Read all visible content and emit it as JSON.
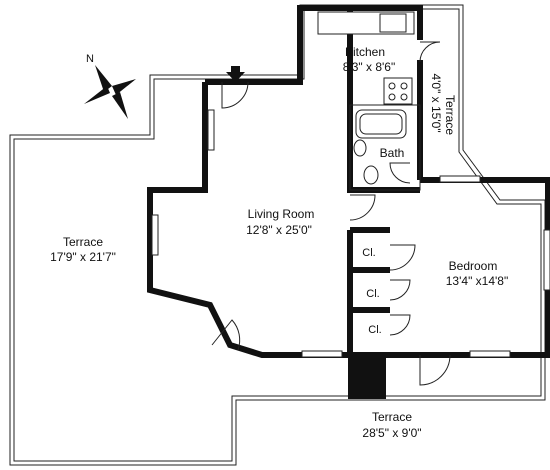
{
  "rooms": {
    "kitchen": {
      "name": "Kitchen",
      "dims": "8'3\" x 8'6\""
    },
    "terrace_right": {
      "name": "Terrace",
      "dims": "4'0\" x 15'0\""
    },
    "bath": {
      "name": "Bath"
    },
    "living": {
      "name": "Living Room",
      "dims": "12'8\" x 25'0\""
    },
    "terrace_left": {
      "name": "Terrace",
      "dims": "17'9\" x 21'7\""
    },
    "bedroom": {
      "name": "Bedroom",
      "dims": "13'4\" x14'8\""
    },
    "closets": [
      "Cl.",
      "Cl.",
      "Cl."
    ],
    "terrace_bottom": {
      "name": "Terrace",
      "dims": "28'5\" x 9'0\""
    }
  },
  "compass": {
    "label": "N"
  },
  "colors": {
    "walls": "#111111",
    "background": "#ffffff"
  }
}
